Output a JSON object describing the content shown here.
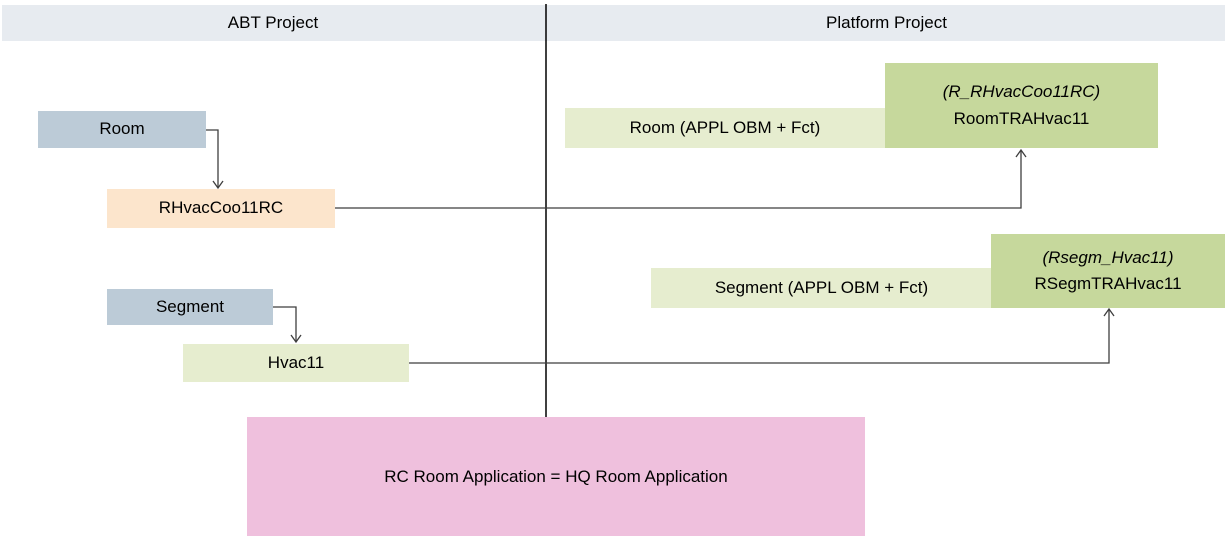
{
  "header": {
    "left_title": "ABT Project",
    "right_title": "Platform Project"
  },
  "nodes": {
    "room": {
      "label": "Room"
    },
    "rhvac": {
      "label": "RHvacCoo11RC"
    },
    "segment": {
      "label": "Segment"
    },
    "hvac11": {
      "label": "Hvac11"
    },
    "room_appl": {
      "label": "Room (APPL OBM + Fct)"
    },
    "room_tra": {
      "alias": "(R_RHvacCoo11RC)",
      "label": "RoomTRAHvac11"
    },
    "segment_appl": {
      "label": "Segment (APPL OBM + Fct)"
    },
    "rsegm_tra": {
      "alias": "(Rsegm_Hvac11)",
      "label": "RSegmTRAHvac11"
    }
  },
  "note": {
    "text": "RC Room Application = HQ Room Application"
  },
  "connections": [
    {
      "from": "Room",
      "to": "RHvacCoo11RC"
    },
    {
      "from": "RHvacCoo11RC",
      "to": "RoomTRAHvac11"
    },
    {
      "from": "Segment",
      "to": "Hvac11"
    },
    {
      "from": "Hvac11",
      "to": "RSegmTRAHvac11"
    }
  ],
  "colors": {
    "header_bg": "#e7ebf0",
    "entity_blue": "#bccbd7",
    "mapping_peach": "#fce5cc",
    "release_green_light": "#e6edcf",
    "release_green_dark": "#c6d89c",
    "note_pink": "#efc0dd",
    "connector": "#3f3f3f",
    "divider": "#000000"
  }
}
